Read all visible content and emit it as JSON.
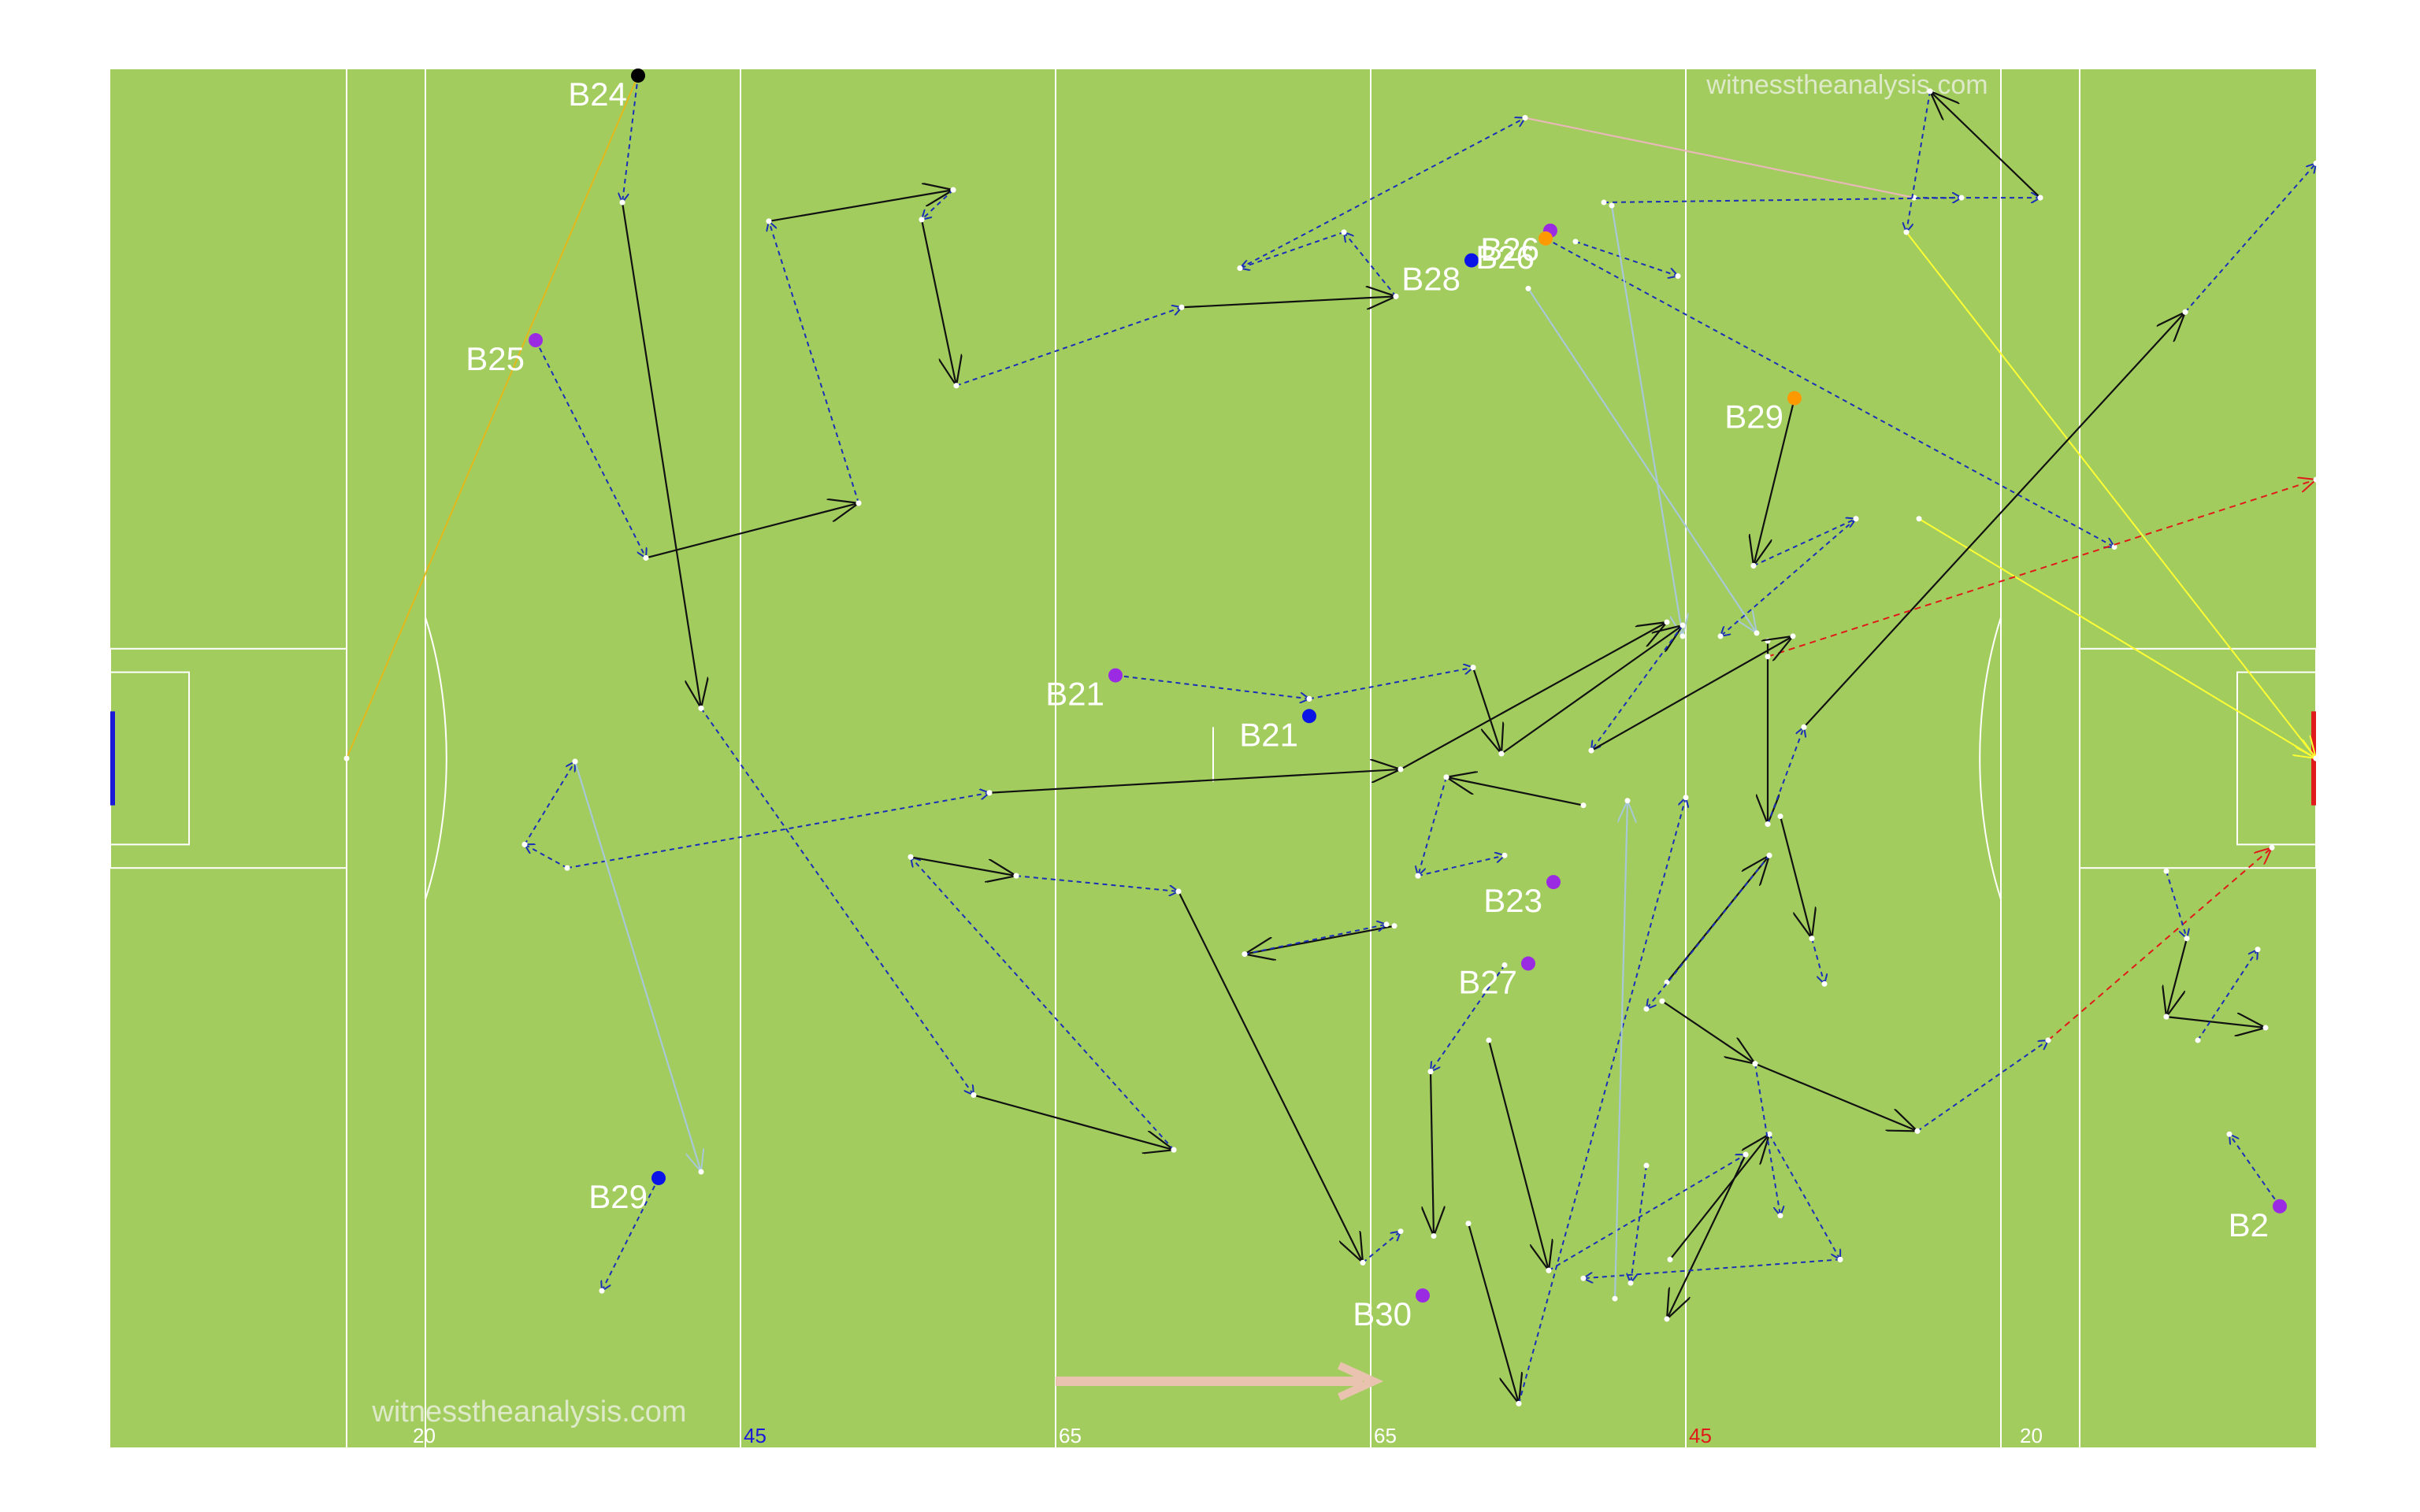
{
  "chart_data": {
    "type": "scatter",
    "title": "",
    "xlabel": "",
    "ylabel": "",
    "xlim": [
      0,
      140
    ],
    "ylim": [
      0,
      88
    ],
    "grid": false,
    "colors": {
      "pitch": "#a2cd5e",
      "lines": "#ffffff",
      "carry": "#1a2fb8",
      "pass": "#111111",
      "kickout": "#e2b81b",
      "restart": "#a8c8d8",
      "shot_point": "#ffff33",
      "shot_wide": "#e01a1a",
      "long_ball": "#e8b8b8",
      "left_goal": "#1a1ad8",
      "right_goal": "#e01a1a",
      "direction_arrow": "#e9c3b0",
      "marker_purple": "#9a2be2",
      "marker_blue": "#0a14e6",
      "marker_orange": "#ff9900",
      "marker_black": "#000000"
    },
    "pitch_marks": [
      {
        "label": "20",
        "x": 19,
        "color": "#ffffff"
      },
      {
        "label": "45",
        "x": 40,
        "color": "#1a1ad8"
      },
      {
        "label": "65",
        "x": 60,
        "color": "#ffffff"
      },
      {
        "label": "65",
        "x": 80,
        "color": "#ffffff"
      },
      {
        "label": "45",
        "x": 100,
        "color": "#e01a1a"
      },
      {
        "label": "20",
        "x": 121,
        "color": "#ffffff"
      }
    ],
    "watermarks": [
      "witnesstheanalysis.com",
      "witnesstheanalysis.com"
    ],
    "markers": [
      {
        "label": "B24",
        "x": 33.5,
        "y": 87.6,
        "color": "#000000"
      },
      {
        "label": "B25",
        "x": 27,
        "y": 70.7,
        "color": "#9a2be2"
      },
      {
        "label": "B21",
        "x": 63.8,
        "y": 49.3,
        "color": "#9a2be2"
      },
      {
        "label": "B21",
        "x": 76.1,
        "y": 46.7,
        "color": "#0a14e6"
      },
      {
        "label": "B28",
        "x": 86.4,
        "y": 75.8,
        "color": "#0a14e6"
      },
      {
        "label": "B26",
        "x": 91.4,
        "y": 77.7,
        "color": "#9a2be2"
      },
      {
        "label": "B26",
        "x": 91.1,
        "y": 77.2,
        "color": "#ff9900"
      },
      {
        "label": "B29",
        "x": 106.9,
        "y": 67.0,
        "color": "#ff9900"
      },
      {
        "label": "B23",
        "x": 91.6,
        "y": 36.1,
        "color": "#9a2be2"
      },
      {
        "label": "B27",
        "x": 90.0,
        "y": 30.9,
        "color": "#9a2be2"
      },
      {
        "label": "B29",
        "x": 34.8,
        "y": 17.2,
        "color": "#0a14e6"
      },
      {
        "label": "B30",
        "x": 83.3,
        "y": 9.7,
        "color": "#9a2be2"
      },
      {
        "label": "B2",
        "x": 137.7,
        "y": 15.4,
        "color": "#9a2be2"
      }
    ],
    "events": [
      {
        "type": "kickout",
        "x1": 15,
        "y1": 44,
        "x2": 33.5,
        "y2": 87.6
      },
      {
        "type": "carry",
        "x1": 33.5,
        "y1": 87.6,
        "x2": 32.5,
        "y2": 79.5
      },
      {
        "type": "pass",
        "x1": 32.5,
        "y1": 79.5,
        "x2": 37.5,
        "y2": 47.2
      },
      {
        "type": "carry",
        "x1": 37.5,
        "y1": 47.2,
        "x2": 54.8,
        "y2": 22.5
      },
      {
        "type": "pass",
        "x1": 54.8,
        "y1": 22.5,
        "x2": 67.5,
        "y2": 19.0
      },
      {
        "type": "carry",
        "x1": 67.5,
        "y1": 19.0,
        "x2": 50.8,
        "y2": 37.7
      },
      {
        "type": "pass",
        "x1": 50.8,
        "y1": 37.7,
        "x2": 57.5,
        "y2": 36.5
      },
      {
        "type": "carry",
        "x1": 57.5,
        "y1": 36.5,
        "x2": 67.8,
        "y2": 35.5
      },
      {
        "type": "pass",
        "x1": 67.8,
        "y1": 35.5,
        "x2": 79.5,
        "y2": 11.8
      },
      {
        "type": "carry",
        "x1": 79.5,
        "y1": 11.8,
        "x2": 81.9,
        "y2": 13.8
      },
      {
        "type": "carry",
        "x1": 27,
        "y1": 70.7,
        "x2": 34.0,
        "y2": 56.8
      },
      {
        "type": "pass",
        "x1": 34.0,
        "y1": 56.8,
        "x2": 47.5,
        "y2": 60.3
      },
      {
        "type": "carry",
        "x1": 47.5,
        "y1": 60.3,
        "x2": 41.8,
        "y2": 78.3
      },
      {
        "type": "pass",
        "x1": 41.8,
        "y1": 78.3,
        "x2": 53.5,
        "y2": 80.3
      },
      {
        "type": "carry",
        "x1": 53.5,
        "y1": 80.3,
        "x2": 51.5,
        "y2": 78.4
      },
      {
        "type": "pass",
        "x1": 51.5,
        "y1": 78.4,
        "x2": 53.7,
        "y2": 67.8
      },
      {
        "type": "carry",
        "x1": 53.7,
        "y1": 67.8,
        "x2": 68.0,
        "y2": 72.8
      },
      {
        "type": "pass",
        "x1": 68.0,
        "y1": 72.8,
        "x2": 81.6,
        "y2": 73.5
      },
      {
        "type": "carry",
        "x1": 81.6,
        "y1": 73.5,
        "x2": 78.3,
        "y2": 77.6
      },
      {
        "type": "carry",
        "x1": 78.3,
        "y1": 77.6,
        "x2": 71.7,
        "y2": 75.3
      },
      {
        "type": "carry",
        "x1": 71.7,
        "y1": 75.3,
        "x2": 89.8,
        "y2": 84.9
      },
      {
        "type": "long_ball",
        "x1": 89.8,
        "y1": 84.9,
        "x2": 114.5,
        "y2": 79.8
      },
      {
        "type": "carry",
        "x1": 114.5,
        "y1": 79.8,
        "x2": 122.5,
        "y2": 79.8
      },
      {
        "type": "pass",
        "x1": 122.5,
        "y1": 79.8,
        "x2": 115.5,
        "y2": 86.6
      },
      {
        "type": "carry",
        "x1": 115.5,
        "y1": 86.6,
        "x2": 114.0,
        "y2": 77.6
      },
      {
        "type": "shot_point",
        "x1": 114.0,
        "y1": 77.6,
        "x2": 140,
        "y2": 44
      },
      {
        "type": "carry",
        "x1": 91.1,
        "y1": 77.2,
        "x2": 127.2,
        "y2": 57.5
      },
      {
        "type": "carry",
        "x1": 94.8,
        "y1": 79.5,
        "x2": 117.5,
        "y2": 79.8
      },
      {
        "type": "carry",
        "x1": 93.0,
        "y1": 77.0,
        "x2": 99.5,
        "y2": 74.8
      },
      {
        "type": "restart",
        "x1": 90.0,
        "y1": 74.0,
        "x2": 104.5,
        "y2": 52.0
      },
      {
        "type": "restart",
        "x1": 95.3,
        "y1": 79.3,
        "x2": 99.8,
        "y2": 51.8
      },
      {
        "type": "pass",
        "x1": 106.9,
        "y1": 67.0,
        "x2": 104.3,
        "y2": 56.3
      },
      {
        "type": "carry",
        "x1": 104.3,
        "y1": 56.3,
        "x2": 110.8,
        "y2": 59.3
      },
      {
        "type": "shot_point",
        "x1": 114.8,
        "y1": 59.3,
        "x2": 140,
        "y2": 44
      },
      {
        "type": "carry",
        "x1": 110.8,
        "y1": 59.3,
        "x2": 102.2,
        "y2": 51.8
      },
      {
        "type": "pass",
        "x1": 105.2,
        "y1": 51.5,
        "x2": 105.2,
        "y2": 39.8
      },
      {
        "type": "carry",
        "x1": 105.2,
        "y1": 39.8,
        "x2": 107.5,
        "y2": 46.0
      },
      {
        "type": "pass",
        "x1": 107.5,
        "y1": 46.0,
        "x2": 131.7,
        "y2": 72.5
      },
      {
        "type": "carry",
        "x1": 131.7,
        "y1": 72.5,
        "x2": 140,
        "y2": 82.0
      },
      {
        "type": "shot_wide",
        "x1": 105.2,
        "y1": 50.5,
        "x2": 140,
        "y2": 61.8
      },
      {
        "type": "carry",
        "x1": 63.8,
        "y1": 49.3,
        "x2": 76.1,
        "y2": 47.8
      },
      {
        "type": "carry",
        "x1": 76.1,
        "y1": 47.8,
        "x2": 86.5,
        "y2": 49.8
      },
      {
        "type": "pass",
        "x1": 86.5,
        "y1": 49.8,
        "x2": 88.3,
        "y2": 44.3
      },
      {
        "type": "pass",
        "x1": 88.3,
        "y1": 44.3,
        "x2": 99.8,
        "y2": 52.5
      },
      {
        "type": "carry",
        "x1": 99.8,
        "y1": 52.5,
        "x2": 94.0,
        "y2": 44.5
      },
      {
        "type": "pass",
        "x1": 94.0,
        "y1": 44.5,
        "x2": 106.8,
        "y2": 51.8
      },
      {
        "type": "carry",
        "x1": 29.0,
        "y1": 37.0,
        "x2": 55.8,
        "y2": 41.8
      },
      {
        "type": "pass",
        "x1": 55.8,
        "y1": 41.8,
        "x2": 81.9,
        "y2": 43.3
      },
      {
        "type": "pass",
        "x1": 81.9,
        "y1": 43.3,
        "x2": 98.8,
        "y2": 52.7
      },
      {
        "type": "carry",
        "x1": 29.0,
        "y1": 37.0,
        "x2": 26.3,
        "y2": 38.5
      },
      {
        "type": "carry",
        "x1": 26.3,
        "y1": 38.5,
        "x2": 29.5,
        "y2": 43.8
      },
      {
        "type": "restart",
        "x1": 29.5,
        "y1": 43.8,
        "x2": 37.5,
        "y2": 17.6
      },
      {
        "type": "carry",
        "x1": 34.8,
        "y1": 17.2,
        "x2": 31.2,
        "y2": 10.0
      },
      {
        "type": "pass",
        "x1": 93.5,
        "y1": 41.0,
        "x2": 84.8,
        "y2": 42.8
      },
      {
        "type": "carry",
        "x1": 84.8,
        "y1": 42.8,
        "x2": 83.0,
        "y2": 36.5
      },
      {
        "type": "carry",
        "x1": 83.0,
        "y1": 36.5,
        "x2": 88.5,
        "y2": 37.8
      },
      {
        "type": "pass",
        "x1": 81.5,
        "y1": 33.3,
        "x2": 72.0,
        "y2": 31.5
      },
      {
        "type": "carry",
        "x1": 72.0,
        "y1": 31.5,
        "x2": 81.0,
        "y2": 33.4
      },
      {
        "type": "carry",
        "x1": 88.5,
        "y1": 30.8,
        "x2": 83.8,
        "y2": 24.0
      },
      {
        "type": "pass",
        "x1": 83.8,
        "y1": 24.0,
        "x2": 84.0,
        "y2": 13.5
      },
      {
        "type": "pass",
        "x1": 86.2,
        "y1": 14.3,
        "x2": 89.4,
        "y2": 2.8
      },
      {
        "type": "carry",
        "x1": 89.4,
        "y1": 2.8,
        "x2": 100.0,
        "y2": 41.5
      },
      {
        "type": "pass",
        "x1": 87.5,
        "y1": 26.0,
        "x2": 91.3,
        "y2": 11.3
      },
      {
        "type": "carry",
        "x1": 91.3,
        "y1": 11.3,
        "x2": 103.8,
        "y2": 18.7
      },
      {
        "type": "pass",
        "x1": 103.8,
        "y1": 18.7,
        "x2": 98.8,
        "y2": 8.2
      },
      {
        "type": "pass",
        "x1": 99.0,
        "y1": 12.0,
        "x2": 105.3,
        "y2": 20.0
      },
      {
        "type": "carry",
        "x1": 105.3,
        "y1": 20.0,
        "x2": 109.8,
        "y2": 12.0
      },
      {
        "type": "carry",
        "x1": 109.8,
        "y1": 12.0,
        "x2": 93.5,
        "y2": 10.8
      },
      {
        "type": "pass",
        "x1": 98.5,
        "y1": 28.5,
        "x2": 104.4,
        "y2": 24.5
      },
      {
        "type": "carry",
        "x1": 104.4,
        "y1": 24.5,
        "x2": 106.0,
        "y2": 14.8
      },
      {
        "type": "pass",
        "x1": 104.4,
        "y1": 24.5,
        "x2": 114.7,
        "y2": 20.2
      },
      {
        "type": "carry",
        "x1": 114.7,
        "y1": 20.2,
        "x2": 123.0,
        "y2": 26.0
      },
      {
        "type": "shot_wide",
        "x1": 123.0,
        "y1": 26.0,
        "x2": 137.2,
        "y2": 38.3
      },
      {
        "type": "pass",
        "x1": 98.8,
        "y1": 29.7,
        "x2": 105.3,
        "y2": 37.8
      },
      {
        "type": "carry",
        "x1": 105.3,
        "y1": 37.8,
        "x2": 97.5,
        "y2": 28.0
      },
      {
        "type": "pass",
        "x1": 106.0,
        "y1": 40.3,
        "x2": 108.0,
        "y2": 32.5
      },
      {
        "type": "carry",
        "x1": 108.0,
        "y1": 32.5,
        "x2": 108.8,
        "y2": 29.6
      },
      {
        "type": "carry",
        "x1": 130.5,
        "y1": 36.8,
        "x2": 131.8,
        "y2": 32.5
      },
      {
        "type": "pass",
        "x1": 131.8,
        "y1": 32.5,
        "x2": 130.5,
        "y2": 27.5
      },
      {
        "type": "pass",
        "x1": 130.5,
        "y1": 27.5,
        "x2": 136.8,
        "y2": 26.8
      },
      {
        "type": "carry",
        "x1": 132.5,
        "y1": 26.0,
        "x2": 136.3,
        "y2": 31.8
      },
      {
        "type": "carry",
        "x1": 137.7,
        "y1": 15.4,
        "x2": 134.5,
        "y2": 20.0
      },
      {
        "type": "carry",
        "x1": 97.5,
        "y1": 18.0,
        "x2": 96.5,
        "y2": 10.5
      },
      {
        "type": "restart",
        "x1": 95.5,
        "y1": 9.5,
        "x2": 96.3,
        "y2": 41.3
      }
    ]
  }
}
